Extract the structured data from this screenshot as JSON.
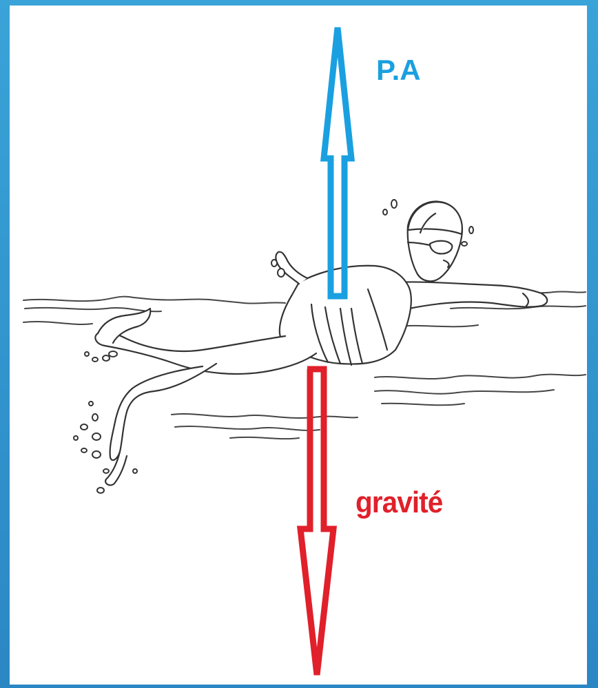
{
  "forces": {
    "buoyancy": {
      "label": "P.A",
      "color": "#1aa0e0",
      "direction": "up"
    },
    "gravity": {
      "label": "gravité",
      "color": "#e0202a",
      "direction": "down"
    }
  },
  "illustration": {
    "subject": "swimmer-front-crawl",
    "stroke_color": "#333333",
    "background": "#ffffff",
    "frame_color": "#2e8fcb"
  }
}
